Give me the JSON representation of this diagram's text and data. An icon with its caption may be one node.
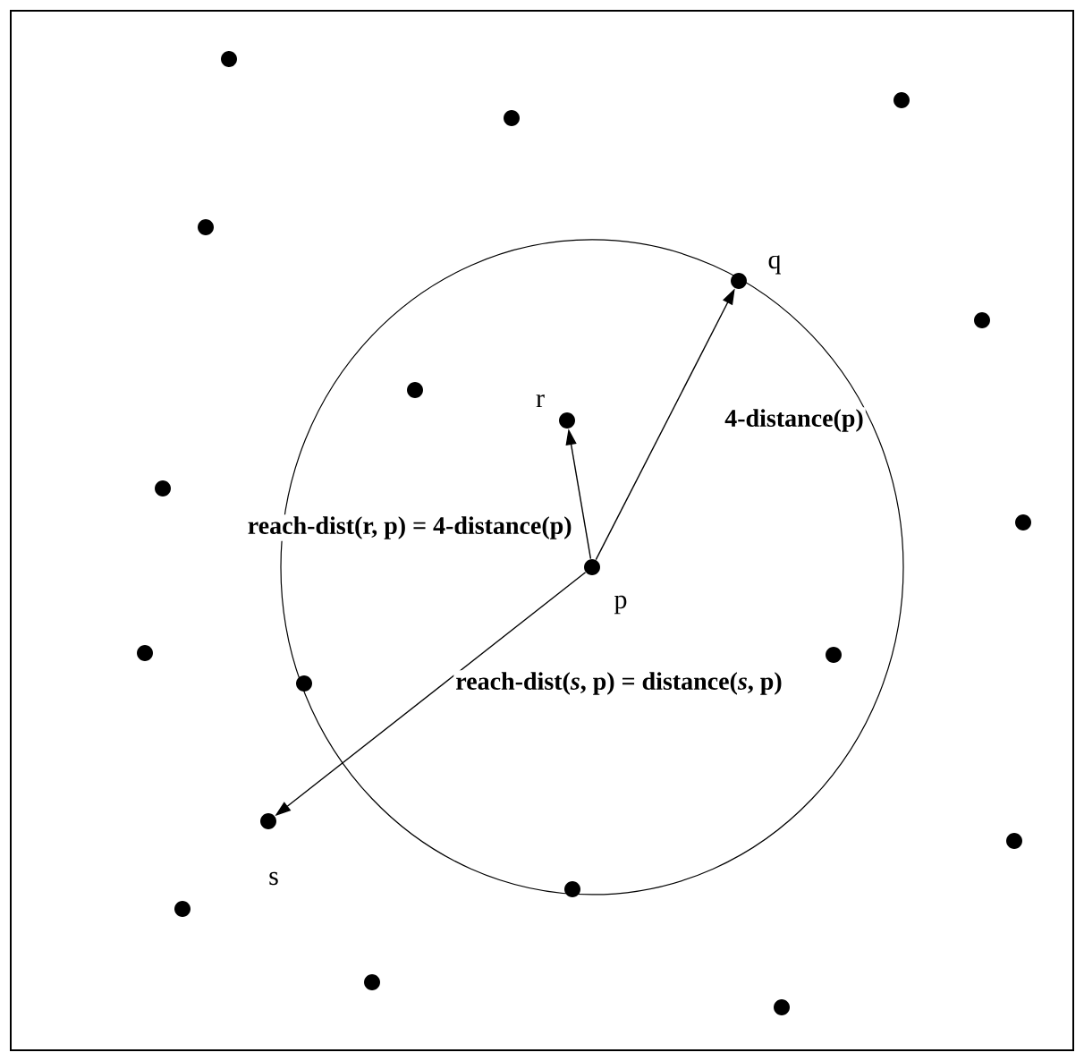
{
  "diagram": {
    "nodes": [
      {
        "text": [],
        "shape": "circle"
      },
      {
        "text": [],
        "shape": "circle"
      },
      {
        "text": [],
        "shape": "circle"
      },
      {
        "text": [],
        "shape": "circle"
      },
      {
        "text": [],
        "shape": "circle",
        "beside": [
          "q"
        ]
      },
      {
        "text": [],
        "shape": "circle"
      },
      {
        "text": [],
        "shape": "circle"
      },
      {
        "text": [],
        "shape": "circle",
        "beside": [
          "r"
        ]
      },
      {
        "text": [],
        "shape": "circle"
      },
      {
        "text": [],
        "shape": "circle"
      },
      {
        "text": [],
        "shape": "circle",
        "beside": [
          "p"
        ]
      },
      {
        "text": [],
        "shape": "circle"
      },
      {
        "text": [],
        "shape": "circle"
      },
      {
        "text": [],
        "shape": "circle"
      },
      {
        "text": [],
        "shape": "circle",
        "beside": [
          "s"
        ]
      },
      {
        "text": [],
        "shape": "circle"
      },
      {
        "text": [],
        "shape": "circle"
      },
      {
        "text": [],
        "shape": "circle"
      },
      {
        "text": [],
        "shape": "circle"
      },
      {
        "text": [],
        "shape": "circle"
      }
    ],
    "edges": [
      {
        "from": 10,
        "to": 4,
        "arrow": "to",
        "label": "4-distance(p)"
      },
      {
        "from": 10,
        "to": 7,
        "arrow": "to",
        "label": "reach-dist(r, p) = 4-distance(p)"
      },
      {
        "from": 10,
        "to": 14,
        "arrow": "to",
        "label": "reach-dist(*s*, p) = distance(*s*, p)"
      }
    ]
  }
}
